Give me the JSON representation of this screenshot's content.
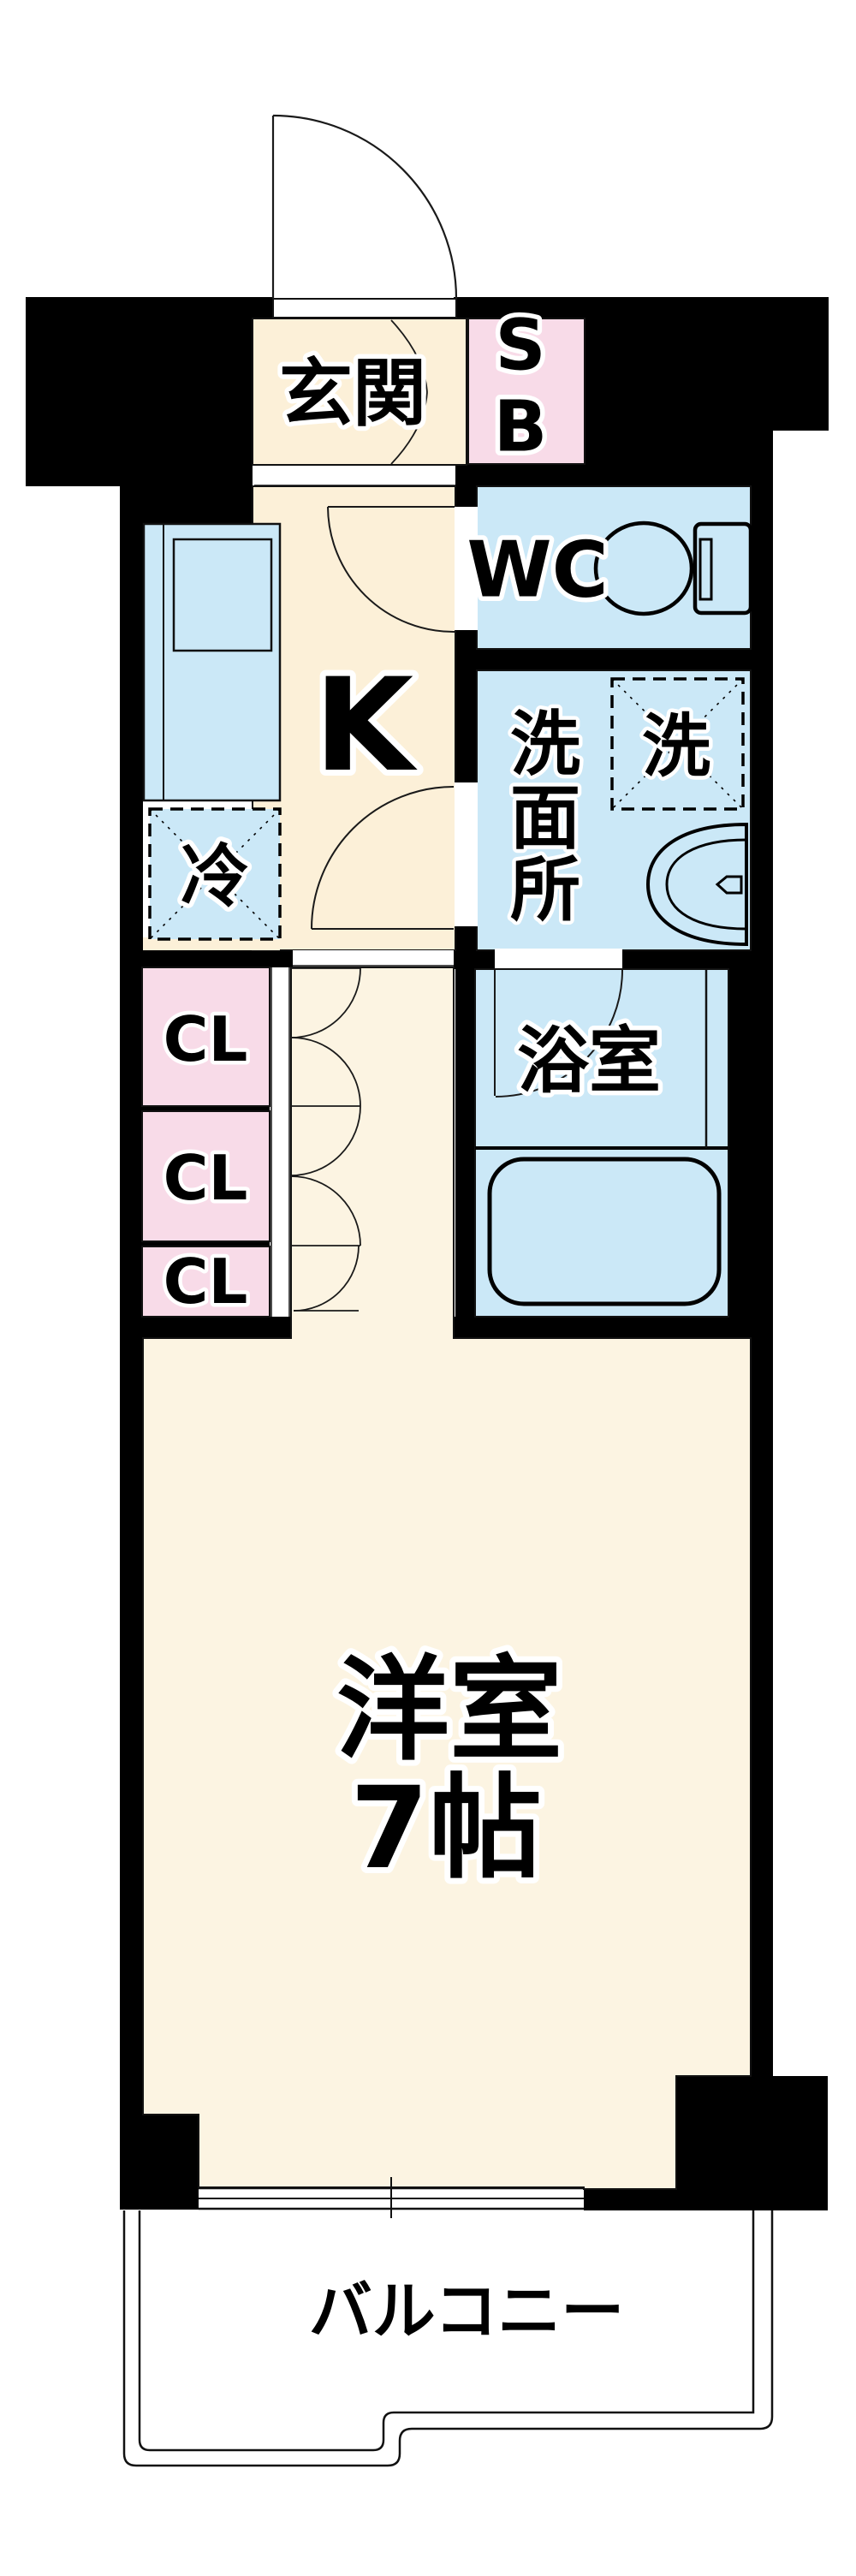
{
  "plan": {
    "type": "apartment-floor-plan",
    "rooms": {
      "genkan": {
        "label": "玄関"
      },
      "shoe_box": {
        "chars": [
          "S",
          "B"
        ]
      },
      "wc": {
        "label": "WC"
      },
      "kitchen": {
        "label": "K"
      },
      "fridge": {
        "label": "冷"
      },
      "washroom": {
        "chars": [
          "洗",
          "面",
          "所"
        ]
      },
      "washer": {
        "label": "洗"
      },
      "bathroom": {
        "label": "浴室"
      },
      "closets": {
        "labels": [
          "CL",
          "CL",
          "CL"
        ]
      },
      "western_room": {
        "label": "洋室",
        "size": "7帖"
      },
      "balcony": {
        "label": "バルコニー"
      }
    },
    "icons": [
      "toilet-icon",
      "bathtub-icon",
      "sink-icon",
      "washer-icon",
      "fridge-icon",
      "kitchen-counter-icon",
      "door-swing-icon",
      "double-door-icon",
      "sliding-window-icon"
    ],
    "colors": {
      "wall": "#000000",
      "hall_floor": "#FCF0D8",
      "room_floor": "#FCF4E2",
      "wet_area": "#CBE8F7",
      "closet": "#F8DBE8",
      "background": "#FFFFFF",
      "outline": "#111111"
    }
  }
}
